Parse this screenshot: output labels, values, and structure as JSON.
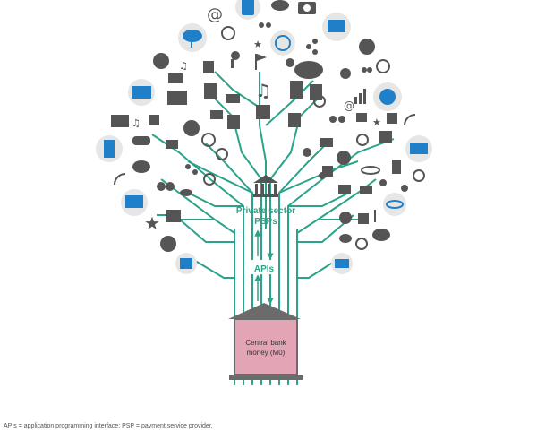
{
  "diagram": {
    "psp_label_line1": "Private sector",
    "psp_label_line2": "PSPs",
    "api_label": "APIs",
    "central_bank_line1": "Central bank",
    "central_bank_line2": "money (M0)",
    "footnote": "APIs = application programming interface; PSP = payment service provider.",
    "colors": {
      "branch": "#2aa38a",
      "icon_dark": "#555555",
      "icon_blue": "#1f7fc8",
      "bubble": "#e6e6e6",
      "bank_roof": "#6b6b6b",
      "bank_box": "#e3a4b5"
    },
    "icons": [
      "at-icon",
      "phone-icon",
      "handshake-icon",
      "camera-icon",
      "cloud-network-icon",
      "clock-icon",
      "chart-monitor-icon",
      "globe-icon",
      "mail-icon",
      "thumbs-up-icon",
      "flag-icon",
      "key-icon",
      "people-icon",
      "gear-icon",
      "music-icon",
      "cloud-upload-icon",
      "location-icon",
      "power-icon",
      "clipboard-icon",
      "monitor-icon",
      "server-icon",
      "bar-chart-icon",
      "puzzle-icon",
      "lock-icon",
      "bank-icon",
      "chat-icon",
      "search-icon",
      "refresh-icon",
      "gamepad-icon",
      "bulb-icon",
      "atom-icon",
      "tv-icon",
      "cart-icon",
      "wallet-icon",
      "star-icon",
      "wifi-icon",
      "id-card-icon",
      "tablet-icon",
      "network-icon",
      "document-icon"
    ]
  }
}
